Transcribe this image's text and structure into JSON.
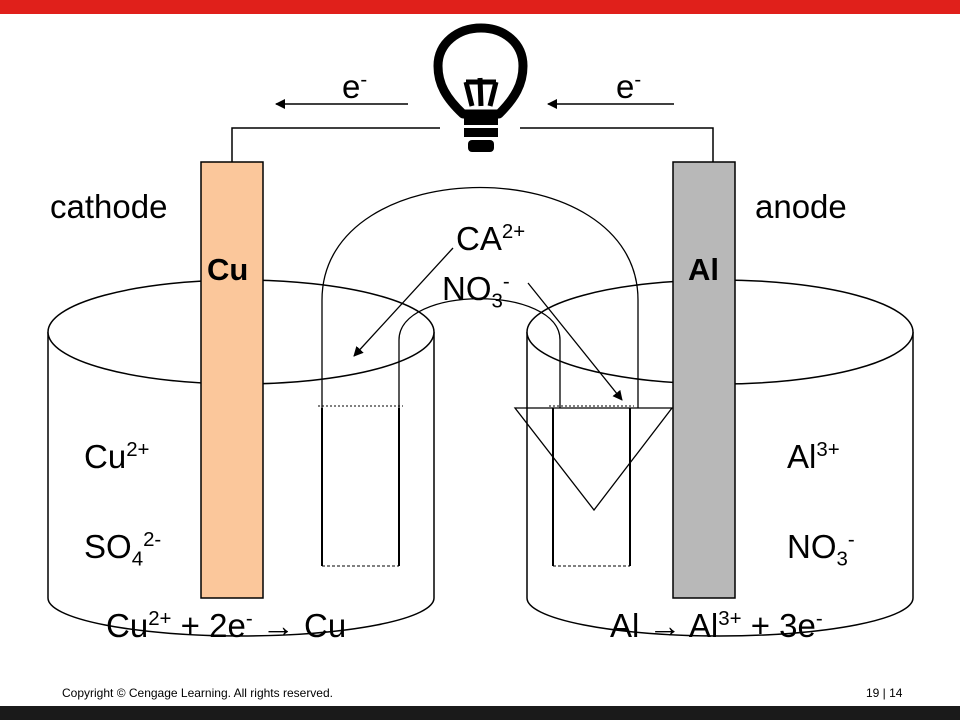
{
  "colors": {
    "top_bar": "#e0201b",
    "bottom_bar": "#1a1a1a",
    "copper": "#fbc79b",
    "aluminum": "#b8b8b8",
    "outline": "#000000"
  },
  "wire": {
    "left_electron": {
      "base": "e",
      "sup": "-"
    },
    "right_electron": {
      "base": "e",
      "sup": "-"
    }
  },
  "electrodes": {
    "left": {
      "label": "Cu",
      "role": "cathode"
    },
    "right": {
      "label": "Al",
      "role": "anode"
    }
  },
  "salt_bridge": {
    "cation": {
      "base": "CA",
      "sup": "2+"
    },
    "anion": {
      "base": "NO",
      "sub": "3",
      "sup": "-"
    }
  },
  "left_beaker": {
    "ion1": {
      "base": "Cu",
      "sup": "2+"
    },
    "ion2": {
      "base": "SO",
      "sub": "4",
      "sup": "2-"
    },
    "reaction": {
      "part1": "Cu",
      "sup1": "2+",
      "part2": " + 2e",
      "sup2": "-",
      "arrow": "→",
      "part3": " Cu"
    }
  },
  "right_beaker": {
    "ion1": {
      "base": "Al",
      "sup": "3+"
    },
    "ion2": {
      "base": "NO",
      "sub": "3",
      "sup": "-"
    },
    "reaction": {
      "part1": "Al ",
      "arrow": "→",
      "part2": " Al",
      "sup1": "3+",
      "part3": " + 3e",
      "sup2": "-"
    }
  },
  "footer": {
    "copyright": "Copyright © Cengage Learning. All rights reserved.",
    "page": "19 | 14"
  }
}
